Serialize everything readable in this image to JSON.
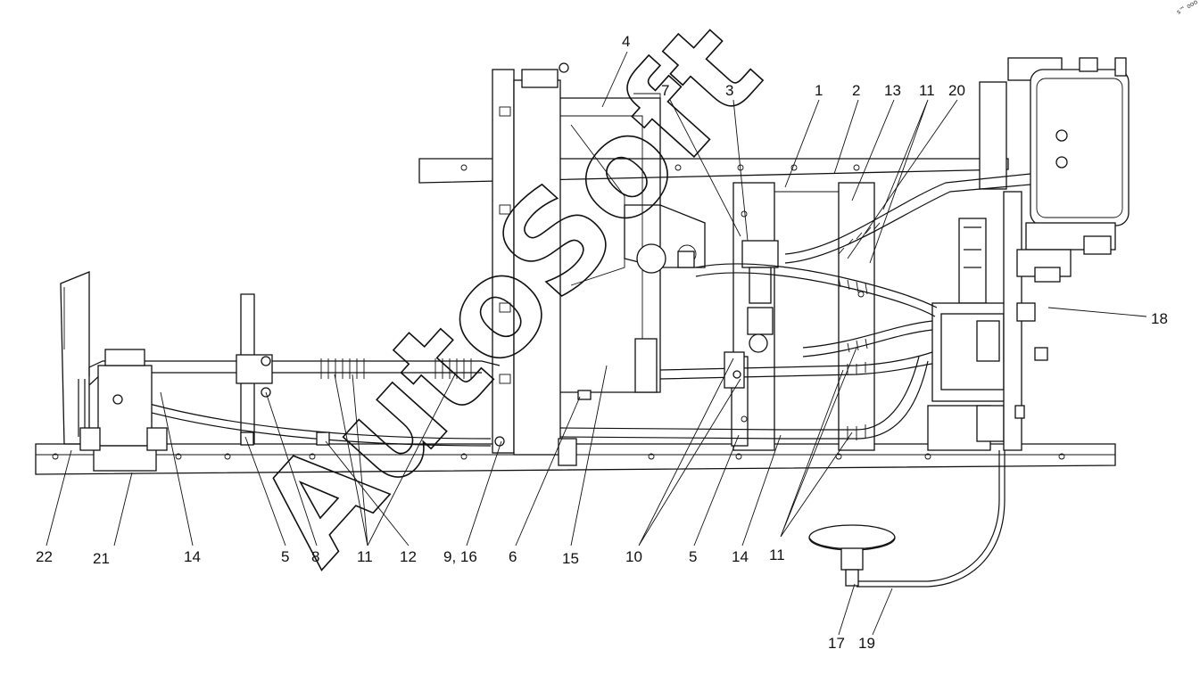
{
  "watermark": "AutoSoft",
  "corner_mark": "s™ ooo",
  "callouts": {
    "c4": "4",
    "c7": "7",
    "c3": "3",
    "c1": "1",
    "c2": "2",
    "c13": "13",
    "c11_top": "11",
    "c20": "20",
    "c18": "18",
    "c22": "22",
    "c21": "21",
    "c14_left": "14",
    "c5_left": "5",
    "c8": "8",
    "c11_left": "11",
    "c12": "12",
    "c9_16": "9, 16",
    "c6": "6",
    "c15": "15",
    "c10": "10",
    "c5_mid": "5",
    "c14_mid": "14",
    "c11_bottom": "11",
    "c17": "17",
    "c19": "19"
  }
}
